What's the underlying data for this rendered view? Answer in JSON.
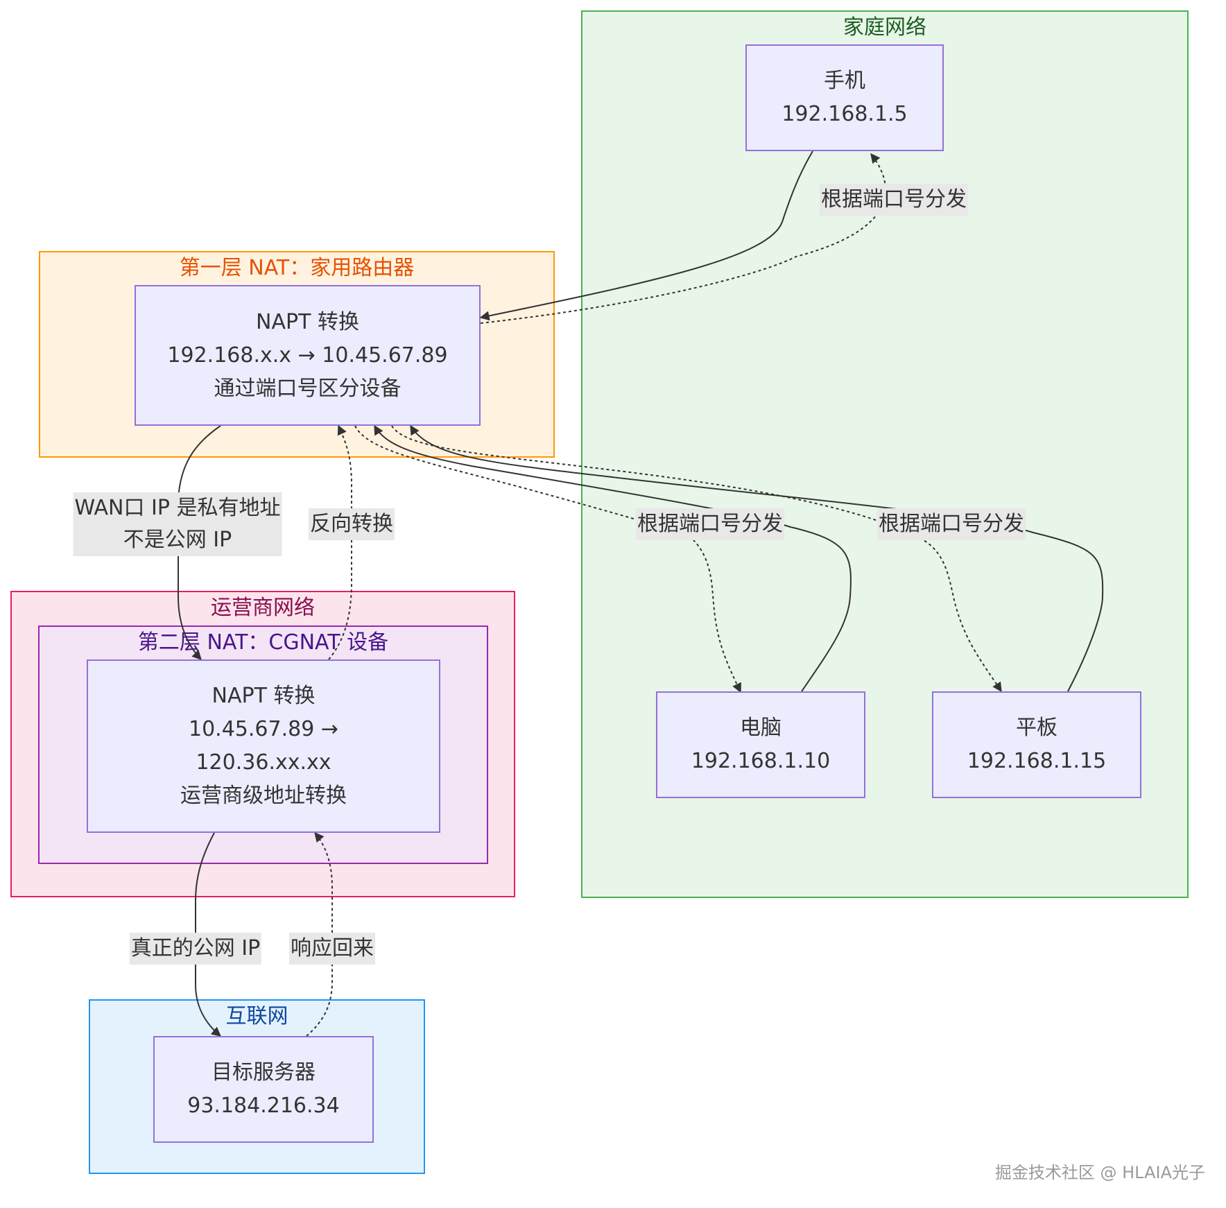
{
  "colors": {
    "node_fill": "#ececff",
    "node_border": "#9370db",
    "edge": "#333333",
    "label_bg": "#e8e8e8"
  },
  "clusters": {
    "home": {
      "title": "家庭网络",
      "fill": "#e8f5e9",
      "border": "#4caf50",
      "text": "#1b5e20"
    },
    "nat1": {
      "title": "第一层 NAT：家用路由器",
      "fill": "#fff3e0",
      "border": "#ff9800",
      "text": "#e65100"
    },
    "isp": {
      "title": "运营商网络",
      "fill": "#fce4ec",
      "border": "#e91e63",
      "text": "#880e4f"
    },
    "nat2": {
      "title": "第二层 NAT：CGNAT 设备",
      "fill": "#f3e5f5",
      "border": "#9c27b0",
      "text": "#4a148c"
    },
    "internet": {
      "title": "互联网",
      "fill": "#e3f2fd",
      "border": "#2196f3",
      "text": "#0d47a1"
    }
  },
  "nodes": {
    "phone": {
      "line1": "手机",
      "line2": "192.168.1.5"
    },
    "pc": {
      "line1": "电脑",
      "line2": "192.168.1.10"
    },
    "tablet": {
      "line1": "平板",
      "line2": "192.168.1.15"
    },
    "router": {
      "line1": "NAPT 转换",
      "line2": "192.168.x.x → 10.45.67.89",
      "line3": "通过端口号区分设备"
    },
    "cgnat": {
      "line1": "NAPT 转换",
      "line2": "10.45.67.89 →",
      "line3": "120.36.xx.xx",
      "line4": "运营商级地址转换"
    },
    "server": {
      "line1": "目标服务器",
      "line2": "93.184.216.34"
    }
  },
  "edge_labels": {
    "phone_dispatch": "根据端口号分发",
    "pc_dispatch": "根据端口号分发",
    "tablet_dispatch": "根据端口号分发",
    "wan_line1": "WAN口 IP 是私有地址",
    "wan_line2": "不是公网 IP",
    "reverse": "反向转换",
    "public_ip": "真正的公网 IP",
    "response": "响应回来"
  },
  "watermark": "掘金技术社区 @ HLAIA光子"
}
